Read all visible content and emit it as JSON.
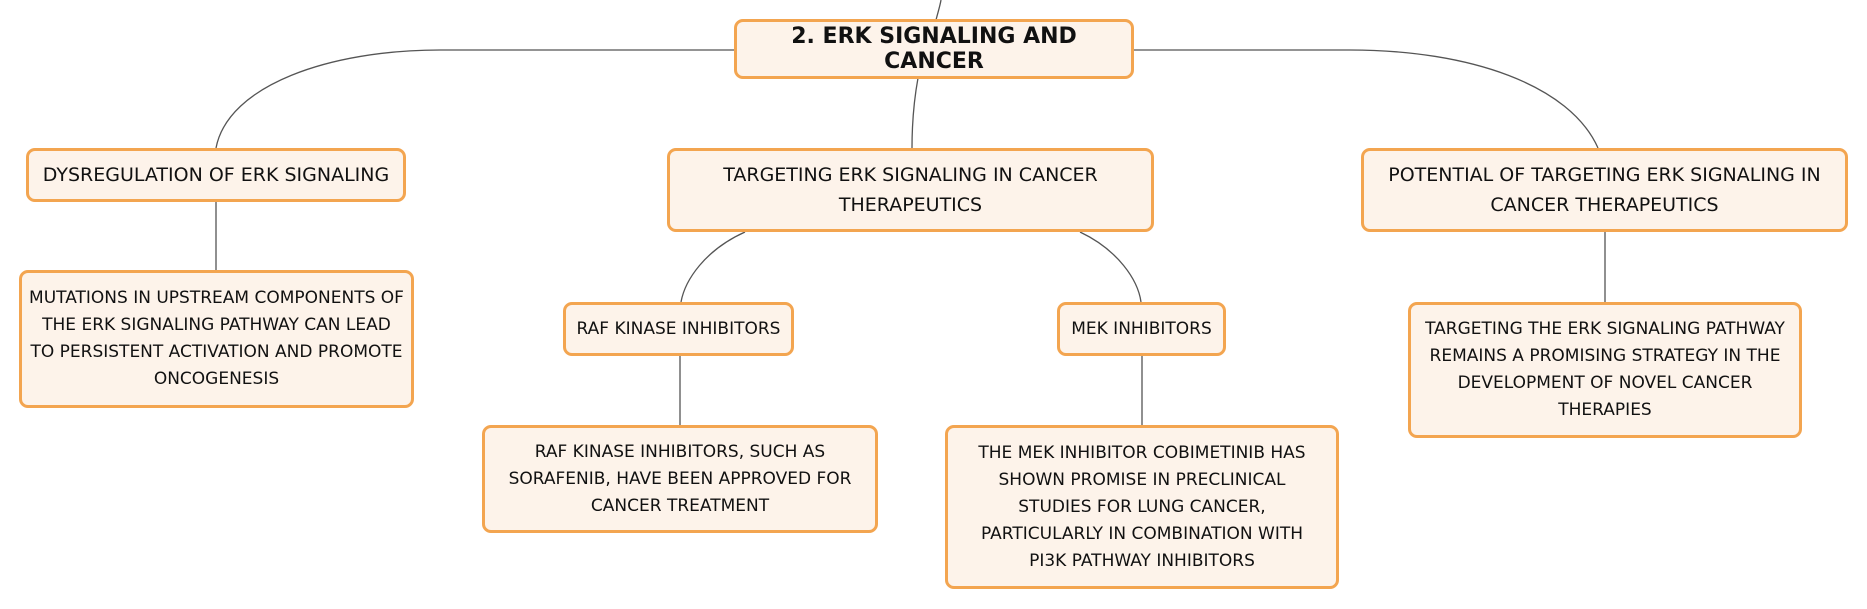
{
  "colors": {
    "node_fill": "#fdf3ea",
    "node_border": "#f3a550",
    "connector": "#555555",
    "text": "#111111"
  },
  "mindmap": {
    "root": {
      "label": "2. ERK SIGNALING AND CANCER"
    },
    "branches": {
      "dysregulation": {
        "label": "DYSREGULATION OF ERK SIGNALING",
        "detail": "MUTATIONS IN UPSTREAM COMPONENTS OF THE ERK SIGNALING PATHWAY CAN LEAD TO PERSISTENT ACTIVATION AND PROMOTE ONCOGENESIS"
      },
      "targeting": {
        "label": "TARGETING ERK SIGNALING IN CANCER THERAPEUTICS",
        "raf": {
          "label": "RAF KINASE INHIBITORS",
          "detail": "RAF KINASE INHIBITORS, SUCH AS SORAFENIB, HAVE BEEN APPROVED FOR CANCER TREATMENT"
        },
        "mek": {
          "label": "MEK INHIBITORS",
          "detail": "THE MEK INHIBITOR COBIMETINIB HAS SHOWN PROMISE IN PRECLINICAL STUDIES FOR LUNG CANCER, PARTICULARLY IN COMBINATION WITH PI3K PATHWAY INHIBITORS"
        }
      },
      "potential": {
        "label": "POTENTIAL OF TARGETING ERK SIGNALING IN CANCER THERAPEUTICS",
        "detail": "TARGETING THE ERK SIGNALING PATHWAY REMAINS A PROMISING STRATEGY IN THE DEVELOPMENT OF NOVEL CANCER THERAPIES"
      }
    }
  }
}
